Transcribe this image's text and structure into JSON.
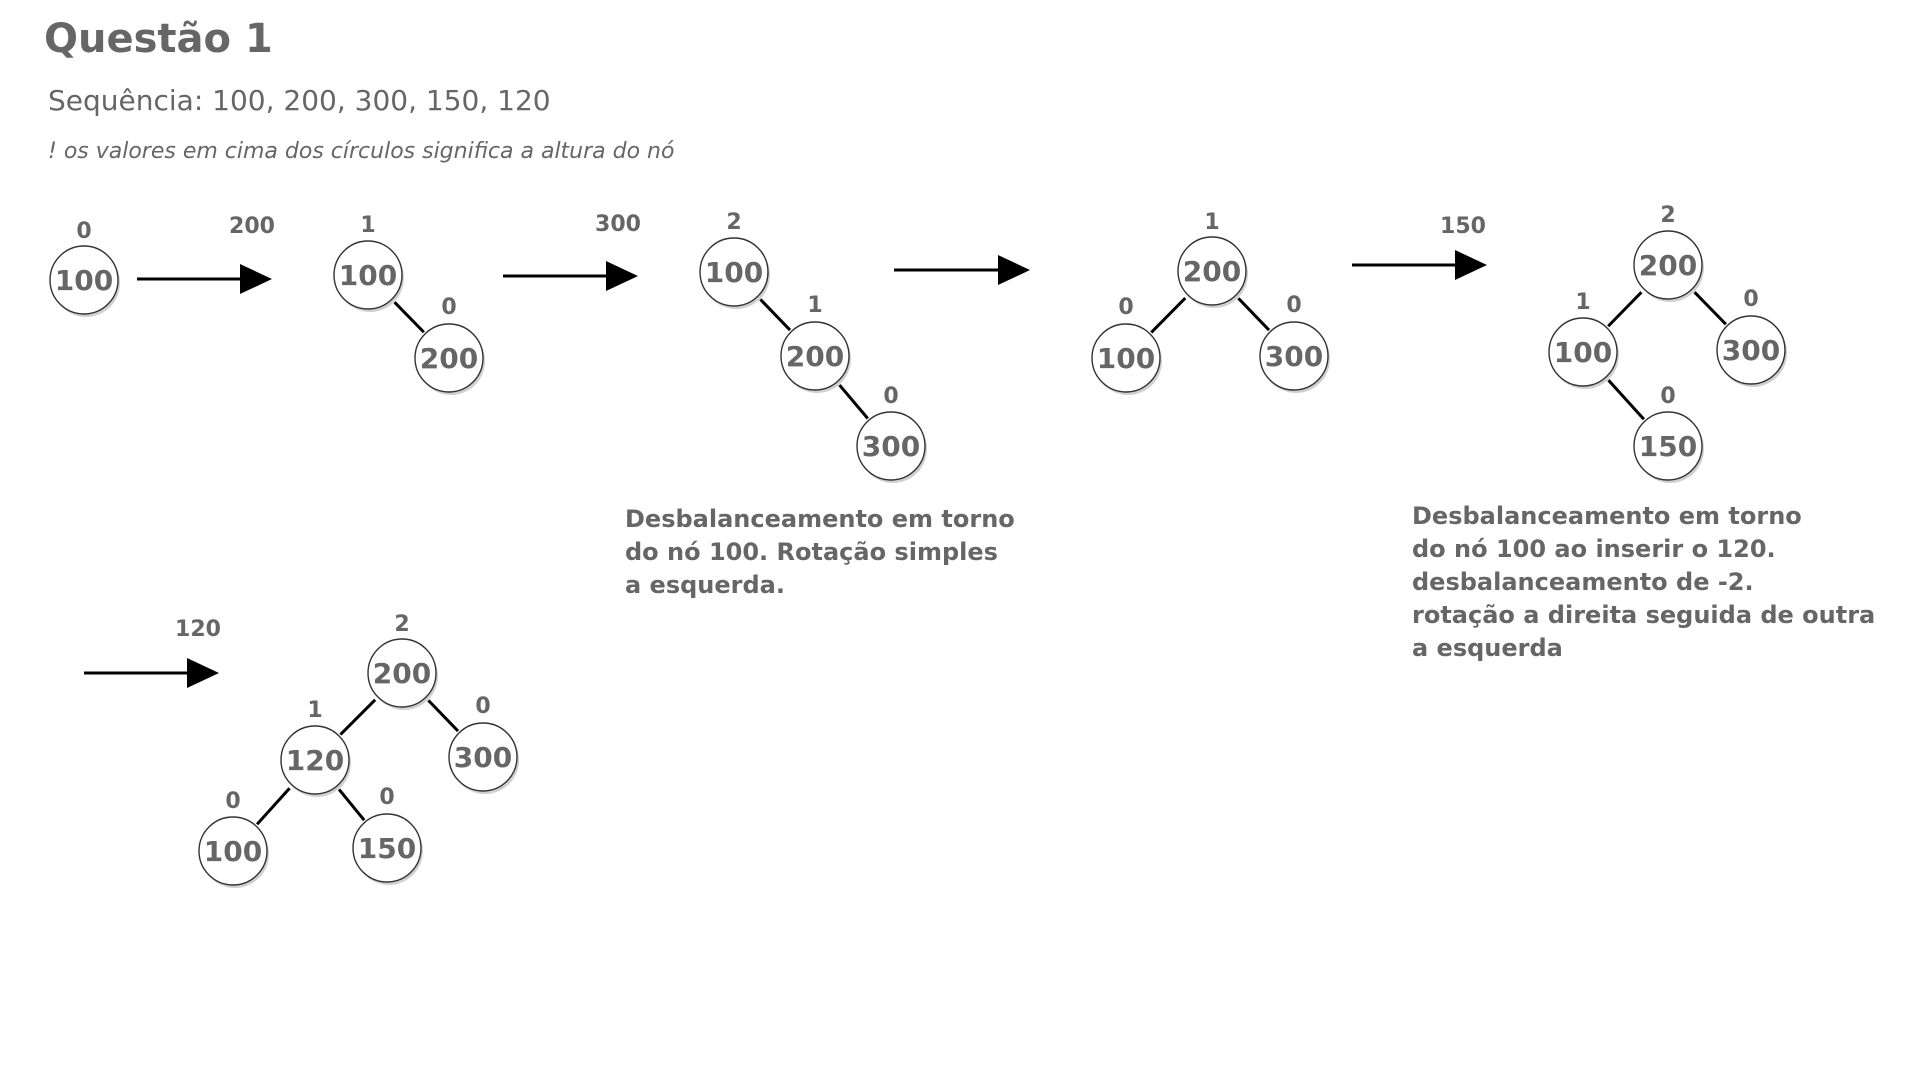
{
  "title": "Questão 1",
  "sequence": "Sequência: 100, 200, 300, 150, 120",
  "note": "! os valores em cima dos círculos significa a altura do nó",
  "explanations": [
    {
      "lines": [
        "Desbalanceamento em torno",
        "do nó 100. Rotação simples",
        "a esquerda."
      ]
    },
    {
      "lines": [
        "Desbalanceamento em torno",
        "do nó 100 ao inserir o 120.",
        "desbalanceamento de -2.",
        "rotação a direita seguida de outra",
        "a esquerda"
      ]
    }
  ],
  "arrows": [
    {
      "label": "200"
    },
    {
      "label": "300"
    },
    {
      "label": ""
    },
    {
      "label": "150"
    },
    {
      "label": "120"
    }
  ],
  "trees": [
    {
      "nodes": [
        {
          "key": "100",
          "height": "0"
        }
      ],
      "edges": []
    },
    {
      "nodes": [
        {
          "key": "100",
          "height": "1"
        },
        {
          "key": "200",
          "height": "0"
        }
      ],
      "edges": [
        [
          0,
          1
        ]
      ]
    },
    {
      "nodes": [
        {
          "key": "100",
          "height": "2"
        },
        {
          "key": "200",
          "height": "1"
        },
        {
          "key": "300",
          "height": "0"
        }
      ],
      "edges": [
        [
          0,
          1
        ],
        [
          1,
          2
        ]
      ]
    },
    {
      "nodes": [
        {
          "key": "200",
          "height": "1"
        },
        {
          "key": "100",
          "height": "0"
        },
        {
          "key": "300",
          "height": "0"
        }
      ],
      "edges": [
        [
          0,
          1
        ],
        [
          0,
          2
        ]
      ]
    },
    {
      "nodes": [
        {
          "key": "200",
          "height": "2"
        },
        {
          "key": "100",
          "height": "1"
        },
        {
          "key": "300",
          "height": "0"
        },
        {
          "key": "150",
          "height": "0"
        }
      ],
      "edges": [
        [
          0,
          1
        ],
        [
          0,
          2
        ],
        [
          1,
          3
        ]
      ]
    },
    {
      "nodes": [
        {
          "key": "200",
          "height": "2"
        },
        {
          "key": "120",
          "height": "1"
        },
        {
          "key": "300",
          "height": "0"
        },
        {
          "key": "100",
          "height": "0"
        },
        {
          "key": "150",
          "height": "0"
        }
      ],
      "edges": [
        [
          0,
          1
        ],
        [
          0,
          2
        ],
        [
          1,
          3
        ],
        [
          1,
          4
        ]
      ]
    }
  ]
}
